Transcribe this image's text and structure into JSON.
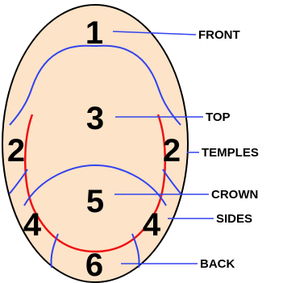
{
  "colors": {
    "skin": "#fde3c8",
    "outline": "#000000",
    "blue_lines": "#3344ee",
    "red_line": "#ee1111"
  },
  "zones": [
    {
      "number": "1",
      "label": "FRONT"
    },
    {
      "number": "3",
      "label": "TOP"
    },
    {
      "number": "2",
      "label": "TEMPLES"
    },
    {
      "number": "5",
      "label": "CROWN"
    },
    {
      "number": "4",
      "label": "SIDES"
    },
    {
      "number": "6",
      "label": "BACK"
    }
  ]
}
